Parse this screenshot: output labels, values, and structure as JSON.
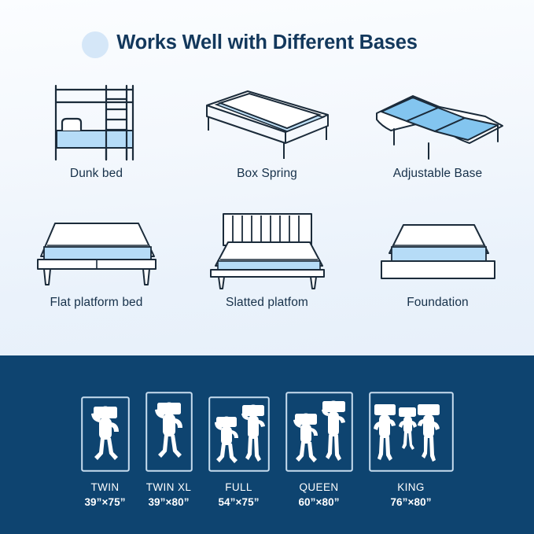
{
  "title": "Works Well with Different Bases",
  "colors": {
    "navy_band": "#0e4470",
    "title_text": "#13385c",
    "label_text": "#17314a",
    "accent_blue": "#9ccdf2",
    "mattress_blue": "#b6dcf7",
    "line_stroke": "#1b2b3a",
    "blob": "#cfe3f7",
    "white": "#ffffff"
  },
  "bases": [
    {
      "label": "Dunk bed",
      "icon": "bunk-bed-icon"
    },
    {
      "label": "Box Spring",
      "icon": "box-spring-icon"
    },
    {
      "label": "Adjustable Base",
      "icon": "adjustable-base-icon"
    },
    {
      "label": "Flat platform bed",
      "icon": "flat-platform-bed-icon"
    },
    {
      "label": "Slatted platfom",
      "icon": "slatted-platform-icon"
    },
    {
      "label": "Foundation",
      "icon": "foundation-icon"
    }
  ],
  "sizes": [
    {
      "name": "TWIN",
      "dims": "39”×75”",
      "sleepers": 1
    },
    {
      "name": "TWIN XL",
      "dims": "39”×80”",
      "sleepers": 1
    },
    {
      "name": "FULL",
      "dims": "54”×75”",
      "sleepers": 2
    },
    {
      "name": "QUEEN",
      "dims": "60”×80”",
      "sleepers": 2
    },
    {
      "name": "KING",
      "dims": "76”×80”",
      "sleepers": 3
    }
  ]
}
